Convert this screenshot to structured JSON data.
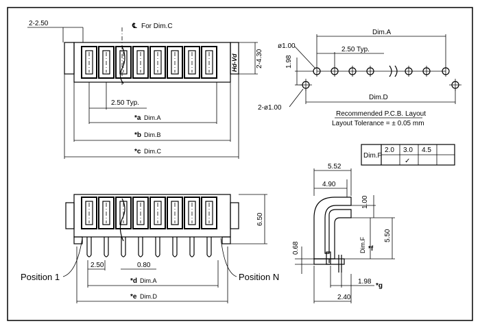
{
  "colors": {
    "ink": "#000000",
    "paper": "#ffffff"
  },
  "top_view": {
    "pitch_left_label": "2-2.50",
    "centerline_note": "For Dim.C",
    "height_label": "2-4.30",
    "vertical_marking": "Hd-Vd",
    "pitch_label": "2.50 Typ.",
    "dim_a": {
      "prefix": "*a",
      "label": "Dim.A"
    },
    "dim_b": {
      "prefix": "*b",
      "label": "Dim.B"
    },
    "dim_c": {
      "prefix": "*c",
      "label": "Dim.C"
    }
  },
  "pcb_layout": {
    "hole_label": "ø1.00",
    "offset_label": "1.98",
    "pitch_label": "2.50 Typ.",
    "dim_a_label": "Dim.A",
    "dim_d_label": "Dim.D",
    "mount_hole_label": "2-ø1.00",
    "caption_line1": "Recommended P.C.B. Layout",
    "caption_line2": "Layout Tolerance = ± 0.05 mm"
  },
  "dim_f_table": {
    "header": "Dim.F",
    "options": [
      "2.0",
      "3.0",
      "4.5",
      ""
    ],
    "selected_mark": "✓"
  },
  "bottom_view": {
    "height_label": "6.50",
    "pitch_label": "2.50",
    "pin_width_label": "0.80",
    "position_1_label": "Position 1",
    "position_n_label": "Position N",
    "dim_d": {
      "prefix": "*d",
      "label": "Dim.A"
    },
    "dim_e": {
      "prefix": "*e",
      "label": "Dim.D"
    }
  },
  "side_view": {
    "width_outer": "5.52",
    "width_inner": "4.90",
    "top_offset": "1.00",
    "height": "5.50",
    "dim_f_label": "Dim.F",
    "f_prefix": "*f",
    "left_offset": "0.68",
    "lead_offset": "1.98",
    "g_prefix": "*g",
    "bottom_width": "2.40"
  }
}
